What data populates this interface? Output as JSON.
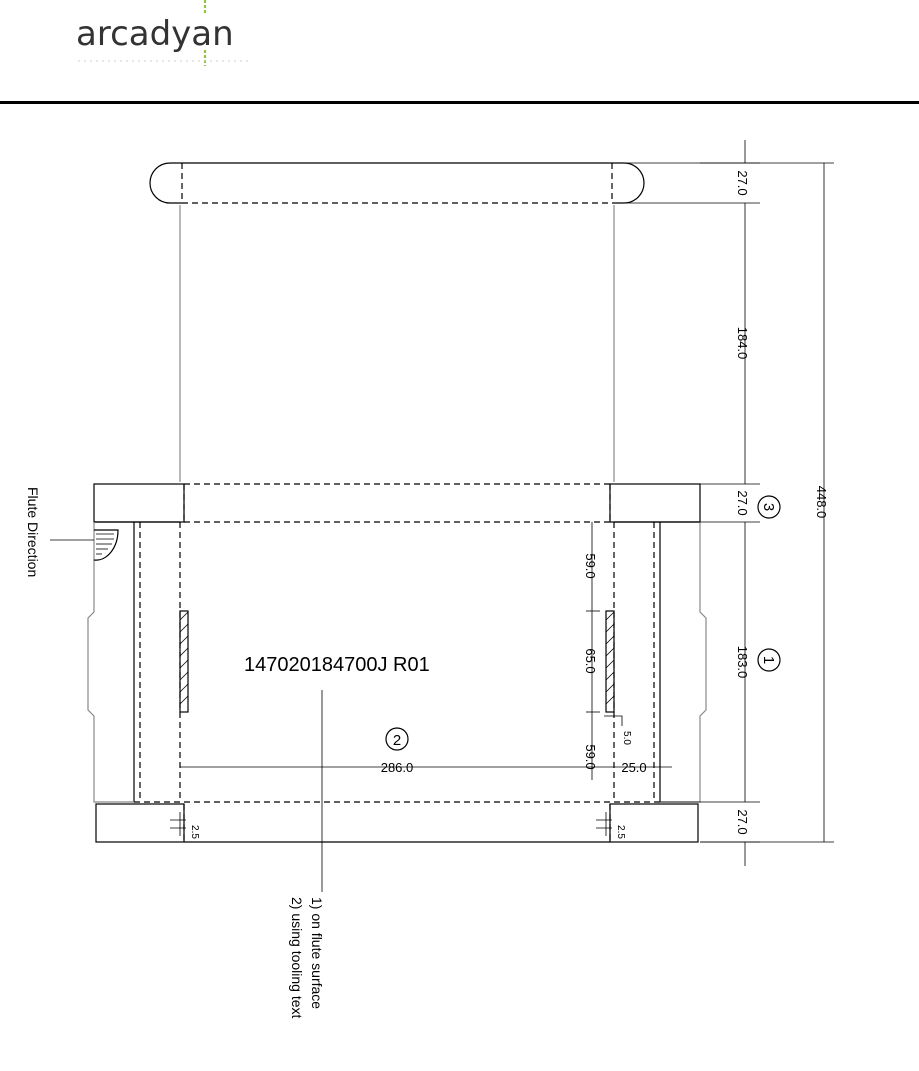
{
  "logo": {
    "text": "arcadyan",
    "accent_color": "#8dc63f"
  },
  "drawing": {
    "part_number": "147020184700J R01",
    "flute_label": "Flute Direction",
    "notes": [
      "1) on flute surface",
      "2) using tooling text"
    ],
    "circled_markers": [
      "1",
      "2",
      "3"
    ],
    "dimensions": {
      "total_height": "448.0",
      "top_flap": "27.0",
      "top_panel": "184.0",
      "mid_flap": "27.0",
      "main_panel": "183.0",
      "bottom_flap": "27.0",
      "width": "286.0",
      "side_width": "25.0",
      "slot_top": "59.0",
      "slot_length": "65.0",
      "slot_bottom": "59.0",
      "slot_gap": "5.0",
      "corner_left": "2.5",
      "corner_right": "2.5"
    }
  }
}
